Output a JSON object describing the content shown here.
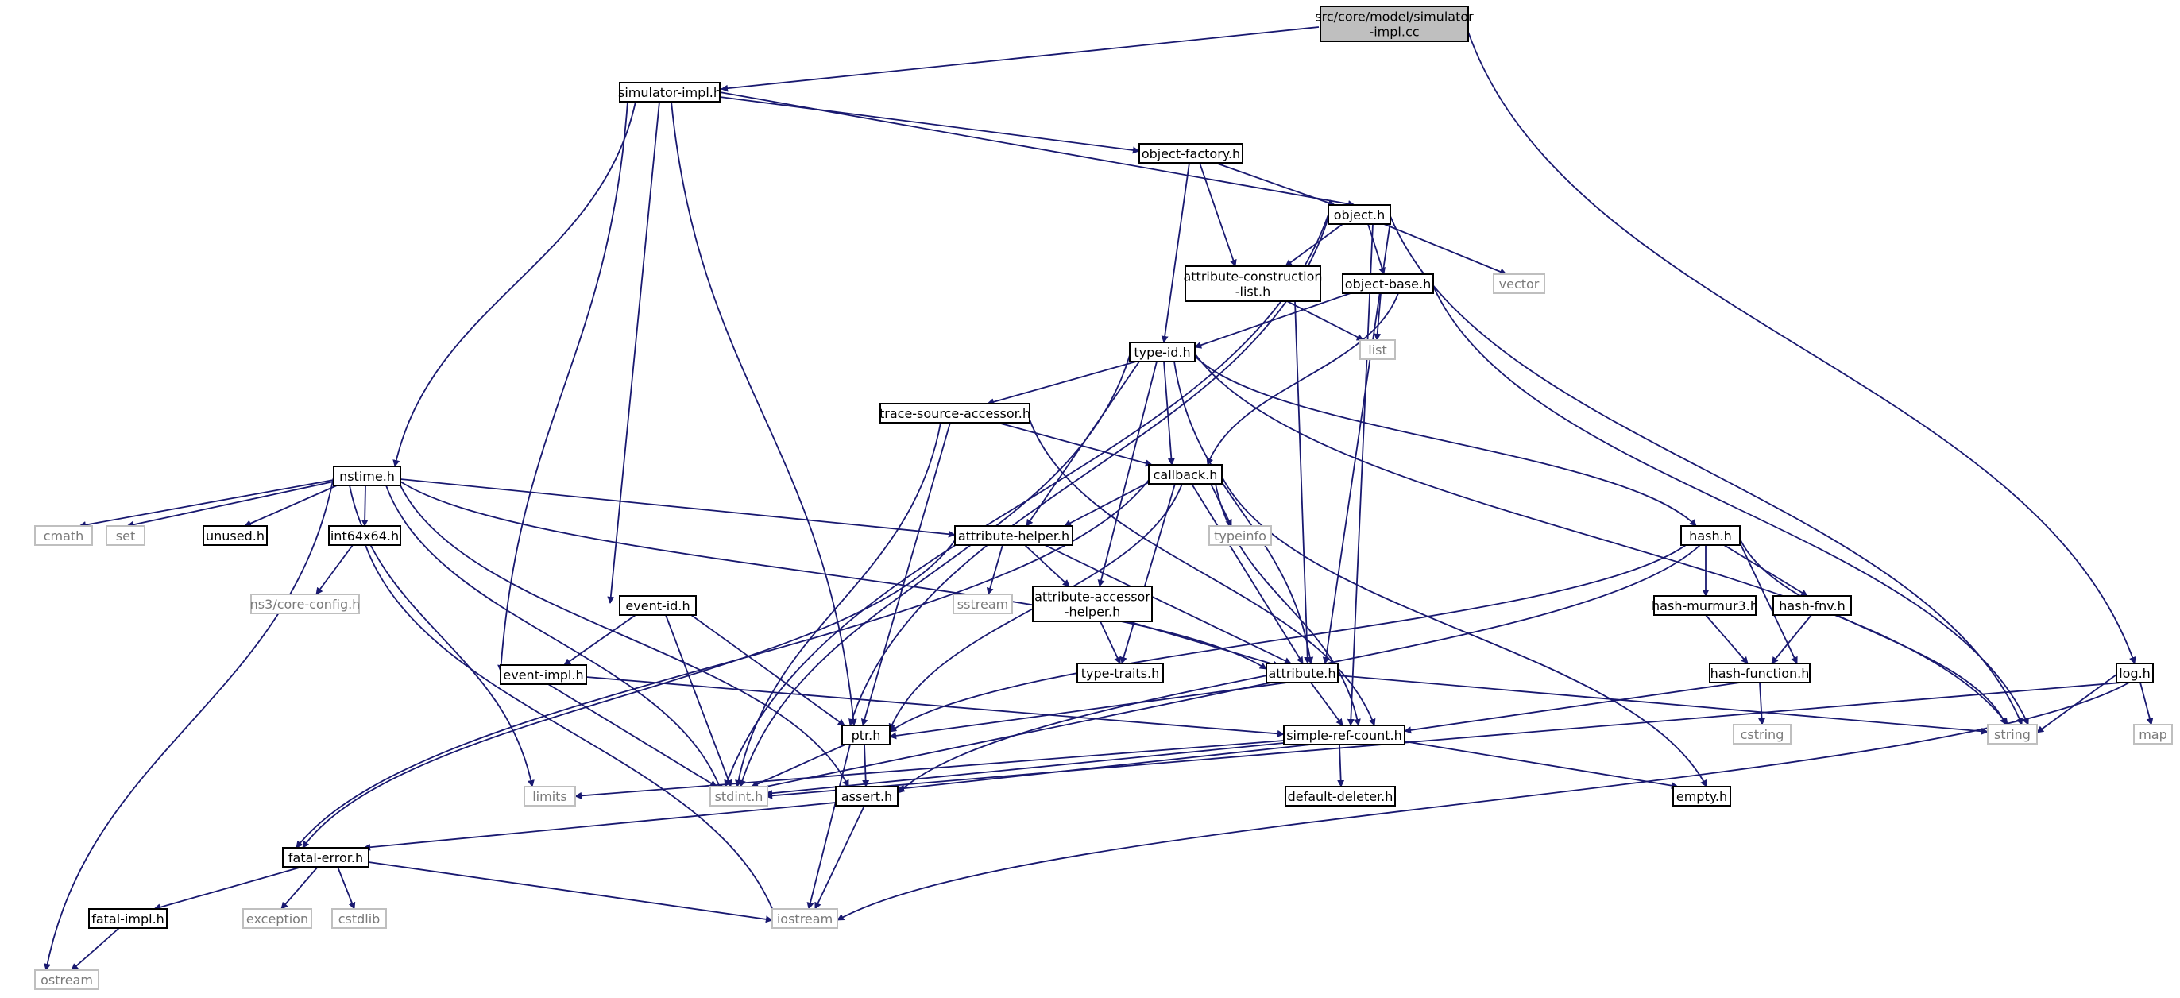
{
  "diagram": {
    "edge_color": "#191970",
    "nodes": [
      {
        "id": "root",
        "lines": [
          "src/core/model/simulator",
          "-impl.cc"
        ],
        "kind": "root"
      },
      {
        "id": "simulator_impl_h",
        "lines": [
          "simulator-impl.h"
        ],
        "kind": "local"
      },
      {
        "id": "object_factory_h",
        "lines": [
          "object-factory.h"
        ],
        "kind": "local"
      },
      {
        "id": "object_h",
        "lines": [
          "object.h"
        ],
        "kind": "local"
      },
      {
        "id": "attr_construction_list_h",
        "lines": [
          "attribute-construction",
          "-list.h"
        ],
        "kind": "local"
      },
      {
        "id": "object_base_h",
        "lines": [
          "object-base.h"
        ],
        "kind": "local"
      },
      {
        "id": "vector",
        "lines": [
          "vector"
        ],
        "kind": "system"
      },
      {
        "id": "list",
        "lines": [
          "list"
        ],
        "kind": "system"
      },
      {
        "id": "type_id_h",
        "lines": [
          "type-id.h"
        ],
        "kind": "local"
      },
      {
        "id": "trace_source_accessor_h",
        "lines": [
          "trace-source-accessor.h"
        ],
        "kind": "local"
      },
      {
        "id": "callback_h",
        "lines": [
          "callback.h"
        ],
        "kind": "local"
      },
      {
        "id": "nstime_h",
        "lines": [
          "nstime.h"
        ],
        "kind": "local"
      },
      {
        "id": "cmath",
        "lines": [
          "cmath"
        ],
        "kind": "system"
      },
      {
        "id": "set",
        "lines": [
          "set"
        ],
        "kind": "system"
      },
      {
        "id": "unused_h",
        "lines": [
          "unused.h"
        ],
        "kind": "local"
      },
      {
        "id": "int64x64_h",
        "lines": [
          "int64x64.h"
        ],
        "kind": "local"
      },
      {
        "id": "attribute_helper_h",
        "lines": [
          "attribute-helper.h"
        ],
        "kind": "local"
      },
      {
        "id": "typeinfo",
        "lines": [
          "typeinfo"
        ],
        "kind": "system"
      },
      {
        "id": "hash_h",
        "lines": [
          "hash.h"
        ],
        "kind": "local"
      },
      {
        "id": "ns3_core_config_h",
        "lines": [
          "ns3/core-config.h"
        ],
        "kind": "system"
      },
      {
        "id": "sstream",
        "lines": [
          "sstream"
        ],
        "kind": "system"
      },
      {
        "id": "attr_accessor_helper_h",
        "lines": [
          "attribute-accessor",
          "-helper.h"
        ],
        "kind": "local"
      },
      {
        "id": "event_id_h",
        "lines": [
          "event-id.h"
        ],
        "kind": "local"
      },
      {
        "id": "hash_murmur3_h",
        "lines": [
          "hash-murmur3.h"
        ],
        "kind": "local"
      },
      {
        "id": "hash_fnv_h",
        "lines": [
          "hash-fnv.h"
        ],
        "kind": "local"
      },
      {
        "id": "type_traits_h",
        "lines": [
          "type-traits.h"
        ],
        "kind": "local"
      },
      {
        "id": "event_impl_h",
        "lines": [
          "event-impl.h"
        ],
        "kind": "local"
      },
      {
        "id": "attribute_h",
        "lines": [
          "attribute.h"
        ],
        "kind": "local"
      },
      {
        "id": "hash_function_h",
        "lines": [
          "hash-function.h"
        ],
        "kind": "local"
      },
      {
        "id": "log_h",
        "lines": [
          "log.h"
        ],
        "kind": "local"
      },
      {
        "id": "ptr_h",
        "lines": [
          "ptr.h"
        ],
        "kind": "local"
      },
      {
        "id": "simple_ref_count_h",
        "lines": [
          "simple-ref-count.h"
        ],
        "kind": "local"
      },
      {
        "id": "cstring",
        "lines": [
          "cstring"
        ],
        "kind": "system"
      },
      {
        "id": "string",
        "lines": [
          "string"
        ],
        "kind": "system"
      },
      {
        "id": "map",
        "lines": [
          "map"
        ],
        "kind": "system"
      },
      {
        "id": "limits",
        "lines": [
          "limits"
        ],
        "kind": "system"
      },
      {
        "id": "stdint_h",
        "lines": [
          "stdint.h"
        ],
        "kind": "system"
      },
      {
        "id": "assert_h",
        "lines": [
          "assert.h"
        ],
        "kind": "local"
      },
      {
        "id": "default_deleter_h",
        "lines": [
          "default-deleter.h"
        ],
        "kind": "local"
      },
      {
        "id": "empty_h",
        "lines": [
          "empty.h"
        ],
        "kind": "local"
      },
      {
        "id": "fatal_error_h",
        "lines": [
          "fatal-error.h"
        ],
        "kind": "local"
      },
      {
        "id": "fatal_impl_h",
        "lines": [
          "fatal-impl.h"
        ],
        "kind": "local"
      },
      {
        "id": "exception",
        "lines": [
          "exception"
        ],
        "kind": "system"
      },
      {
        "id": "cstdlib",
        "lines": [
          "cstdlib"
        ],
        "kind": "system"
      },
      {
        "id": "iostream",
        "lines": [
          "iostream"
        ],
        "kind": "system"
      },
      {
        "id": "ostream",
        "lines": [
          "ostream"
        ],
        "kind": "system"
      }
    ],
    "edges": [
      [
        "root",
        "simulator_impl_h"
      ],
      [
        "root",
        "log_h"
      ],
      [
        "simulator_impl_h",
        "object_factory_h"
      ],
      [
        "simulator_impl_h",
        "object_h"
      ],
      [
        "simulator_impl_h",
        "nstime_h"
      ],
      [
        "simulator_impl_h",
        "event_id_h"
      ],
      [
        "simulator_impl_h",
        "event_impl_h"
      ],
      [
        "simulator_impl_h",
        "ptr_h"
      ],
      [
        "object_factory_h",
        "object_h"
      ],
      [
        "object_factory_h",
        "attr_construction_list_h"
      ],
      [
        "object_factory_h",
        "type_id_h"
      ],
      [
        "object_h",
        "attr_construction_list_h"
      ],
      [
        "object_h",
        "object_base_h"
      ],
      [
        "object_h",
        "vector"
      ],
      [
        "object_h",
        "string"
      ],
      [
        "object_h",
        "attribute_h"
      ],
      [
        "object_h",
        "simple_ref_count_h"
      ],
      [
        "object_h",
        "ptr_h"
      ],
      [
        "object_h",
        "stdint_h"
      ],
      [
        "attr_construction_list_h",
        "list"
      ],
      [
        "attr_construction_list_h",
        "attribute_h"
      ],
      [
        "object_base_h",
        "list"
      ],
      [
        "object_base_h",
        "type_id_h"
      ],
      [
        "object_base_h",
        "callback_h"
      ],
      [
        "object_base_h",
        "string"
      ],
      [
        "type_id_h",
        "trace_source_accessor_h"
      ],
      [
        "type_id_h",
        "callback_h"
      ],
      [
        "type_id_h",
        "attribute_helper_h"
      ],
      [
        "type_id_h",
        "attr_accessor_helper_h"
      ],
      [
        "type_id_h",
        "attribute_h"
      ],
      [
        "type_id_h",
        "hash_h"
      ],
      [
        "type_id_h",
        "string"
      ],
      [
        "type_id_h",
        "stdint_h"
      ],
      [
        "trace_source_accessor_h",
        "callback_h"
      ],
      [
        "trace_source_accessor_h",
        "ptr_h"
      ],
      [
        "trace_source_accessor_h",
        "simple_ref_count_h"
      ],
      [
        "trace_source_accessor_h",
        "stdint_h"
      ],
      [
        "callback_h",
        "attribute_helper_h"
      ],
      [
        "callback_h",
        "typeinfo"
      ],
      [
        "callback_h",
        "type_traits_h"
      ],
      [
        "callback_h",
        "attribute_h"
      ],
      [
        "callback_h",
        "ptr_h"
      ],
      [
        "callback_h",
        "simple_ref_count_h"
      ],
      [
        "callback_h",
        "empty_h"
      ],
      [
        "callback_h",
        "fatal_error_h"
      ],
      [
        "nstime_h",
        "cmath"
      ],
      [
        "nstime_h",
        "set"
      ],
      [
        "nstime_h",
        "unused_h"
      ],
      [
        "nstime_h",
        "int64x64_h"
      ],
      [
        "nstime_h",
        "attribute_helper_h"
      ],
      [
        "nstime_h",
        "attribute_h"
      ],
      [
        "nstime_h",
        "limits"
      ],
      [
        "nstime_h",
        "stdint_h"
      ],
      [
        "nstime_h",
        "assert_h"
      ],
      [
        "nstime_h",
        "ostream"
      ],
      [
        "int64x64_h",
        "ns3_core_config_h"
      ],
      [
        "int64x64_h",
        "iostream"
      ],
      [
        "attribute_helper_h",
        "sstream"
      ],
      [
        "attribute_helper_h",
        "attr_accessor_helper_h"
      ],
      [
        "attribute_helper_h",
        "attribute_h"
      ],
      [
        "attribute_helper_h",
        "fatal_error_h"
      ],
      [
        "attr_accessor_helper_h",
        "type_traits_h"
      ],
      [
        "attr_accessor_helper_h",
        "attribute_h"
      ],
      [
        "hash_h",
        "hash_murmur3_h"
      ],
      [
        "hash_h",
        "hash_fnv_h"
      ],
      [
        "hash_h",
        "hash_function_h"
      ],
      [
        "hash_h",
        "string"
      ],
      [
        "hash_h",
        "ptr_h"
      ],
      [
        "hash_h",
        "assert_h"
      ],
      [
        "hash_murmur3_h",
        "hash_function_h"
      ],
      [
        "hash_fnv_h",
        "hash_function_h"
      ],
      [
        "hash_function_h",
        "cstring"
      ],
      [
        "hash_function_h",
        "simple_ref_count_h"
      ],
      [
        "event_id_h",
        "event_impl_h"
      ],
      [
        "event_id_h",
        "ptr_h"
      ],
      [
        "event_id_h",
        "stdint_h"
      ],
      [
        "event_impl_h",
        "simple_ref_count_h"
      ],
      [
        "event_impl_h",
        "stdint_h"
      ],
      [
        "attribute_h",
        "ptr_h"
      ],
      [
        "attribute_h",
        "simple_ref_count_h"
      ],
      [
        "attribute_h",
        "string"
      ],
      [
        "attribute_h",
        "stdint_h"
      ],
      [
        "log_h",
        "string"
      ],
      [
        "log_h",
        "map"
      ],
      [
        "log_h",
        "iostream"
      ],
      [
        "log_h",
        "stdint_h"
      ],
      [
        "ptr_h",
        "assert_h"
      ],
      [
        "ptr_h",
        "iostream"
      ],
      [
        "ptr_h",
        "stdint_h"
      ],
      [
        "simple_ref_count_h",
        "default_deleter_h"
      ],
      [
        "simple_ref_count_h",
        "empty_h"
      ],
      [
        "simple_ref_count_h",
        "assert_h"
      ],
      [
        "simple_ref_count_h",
        "limits"
      ],
      [
        "simple_ref_count_h",
        "stdint_h"
      ],
      [
        "assert_h",
        "fatal_error_h"
      ],
      [
        "assert_h",
        "iostream"
      ],
      [
        "fatal_error_h",
        "fatal_impl_h"
      ],
      [
        "fatal_error_h",
        "exception"
      ],
      [
        "fatal_error_h",
        "cstdlib"
      ],
      [
        "fatal_error_h",
        "iostream"
      ],
      [
        "fatal_impl_h",
        "ostream"
      ]
    ]
  }
}
